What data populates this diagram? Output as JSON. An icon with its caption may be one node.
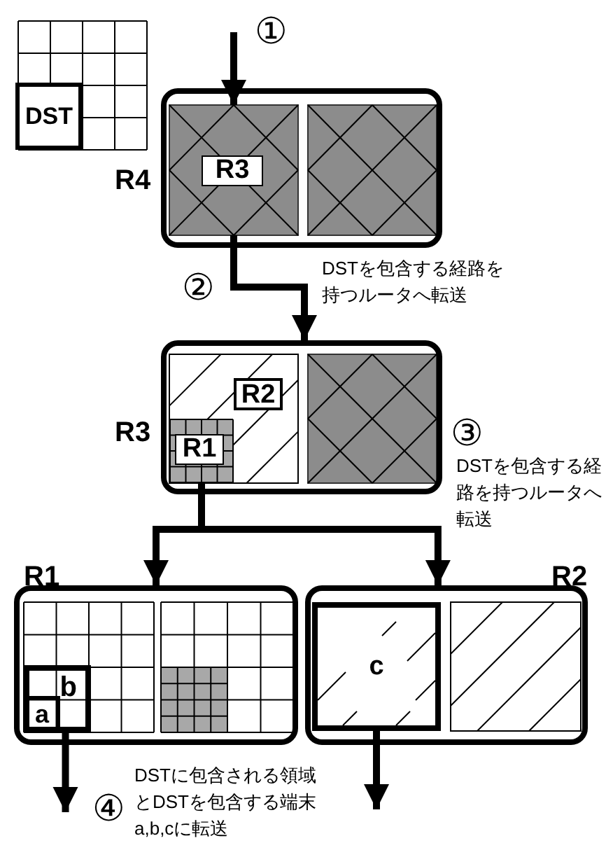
{
  "diagram": {
    "nodes": [
      {
        "text": [
          "DST"
        ]
      },
      {
        "text": [
          "R4"
        ]
      },
      {
        "text": [
          "R3"
        ],
        "in": 1
      },
      {
        "text": [
          "R3"
        ]
      },
      {
        "text": [
          "R2"
        ],
        "in": 3
      },
      {
        "text": [
          "R1"
        ],
        "in": 3
      },
      {
        "text": [
          "R1"
        ]
      },
      {
        "text": [
          "b"
        ],
        "in": 6
      },
      {
        "text": [
          "a"
        ],
        "in": 7
      },
      {
        "text": [
          "R2"
        ]
      },
      {
        "text": [
          "c"
        ],
        "in": 9
      }
    ],
    "edges": [
      {
        "from": null,
        "to": 2,
        "arrow": "to"
      },
      {
        "from": 2,
        "to": 3,
        "arrow": "to"
      },
      {
        "from": 5,
        "to": 6,
        "arrow": "to"
      },
      {
        "from": 5,
        "to": 9,
        "arrow": "to"
      },
      {
        "from": 7,
        "to": null,
        "arrow": "to"
      },
      {
        "from": 10,
        "to": null,
        "arrow": "to"
      }
    ],
    "labels": [
      "①",
      "②",
      "DSTを包含する経路を持つルータへ転送",
      "③",
      "DSTを包含する経路を持つルータへ転送",
      "④",
      "DSTに包含される領域とDSTを包含する端末a,b,cに転送"
    ]
  }
}
